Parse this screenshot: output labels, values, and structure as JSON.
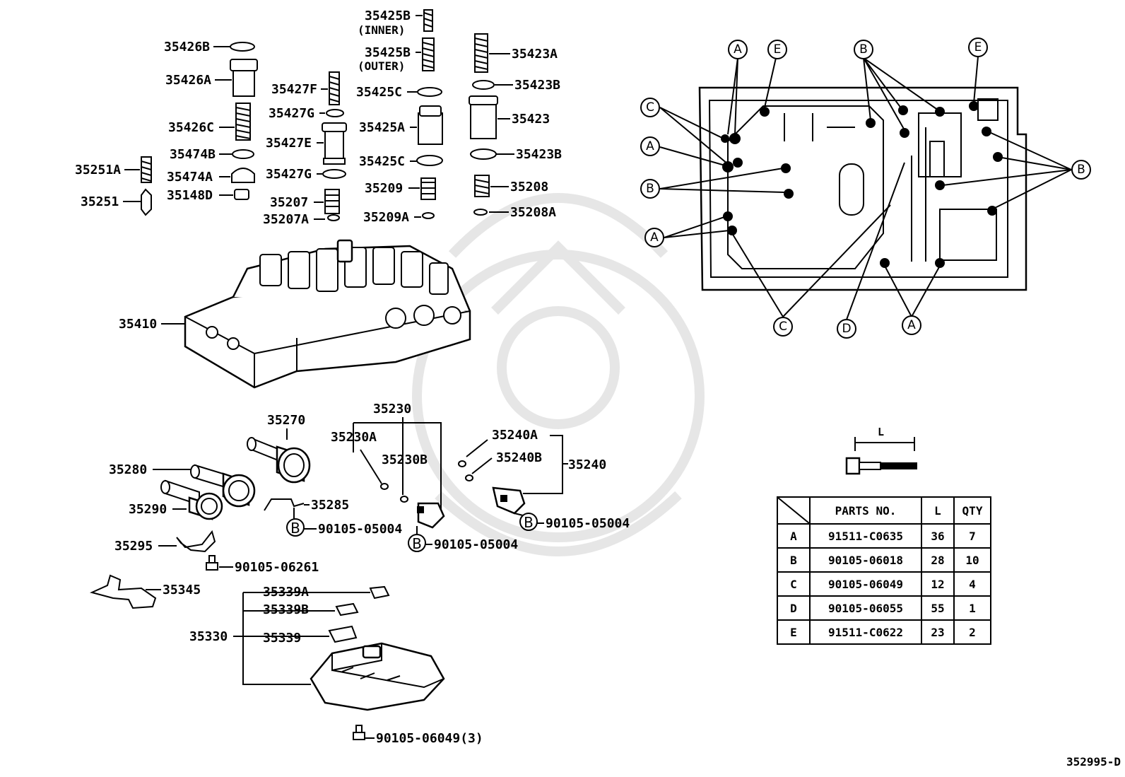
{
  "labels": {
    "p35425b_inner": "35425B",
    "inner": "(INNER)",
    "p35425b_outer": "35425B",
    "outer": "(OUTER)",
    "p35426b": "35426B",
    "p35426a": "35426A",
    "p35426c": "35426C",
    "p35474b": "35474B",
    "p35474a": "35474A",
    "p35148d": "35148D",
    "p35251a": "35251A",
    "p35251": "35251",
    "p35427f": "35427F",
    "p35427g_1": "35427G",
    "p35427e": "35427E",
    "p35427g_2": "35427G",
    "p35207": "35207",
    "p35207a": "35207A",
    "p35425c_1": "35425C",
    "p35425a": "35425A",
    "p35425c_2": "35425C",
    "p35209": "35209",
    "p35209a": "35209A",
    "p35423a": "35423A",
    "p35423b_1": "35423B",
    "p35423": "35423",
    "p35423b_2": "35423B",
    "p35208": "35208",
    "p35208a": "35208A",
    "p35410": "35410",
    "p35230": "35230",
    "p35230a": "35230A",
    "p35230b": "35230B",
    "p35240a": "35240A",
    "p35240b": "35240B",
    "p35240": "35240",
    "p35270": "35270",
    "p35280": "35280",
    "p35290": "35290",
    "p35285": "35285",
    "p35295": "35295",
    "p35345": "35345",
    "p35339a": "35339A",
    "p35339b": "35339B",
    "p35339": "35339",
    "p35330": "35330",
    "bolt_05004_1": "90105-05004",
    "bolt_05004_2": "90105-05004",
    "bolt_05004_3": "90105-05004",
    "bolt_06261": "90105-06261",
    "bolt_06049": "90105-06049(3)"
  },
  "callouts": {
    "b": "B",
    "a": "A",
    "c": "C",
    "d": "D",
    "e": "E"
  },
  "bolt_dim_label": "L",
  "table": {
    "headers": [
      "PARTS NO.",
      "L",
      "QTY"
    ],
    "rows": [
      {
        "key": "A",
        "part": "91511-C0635",
        "l": "36",
        "qty": "7"
      },
      {
        "key": "B",
        "part": "90105-06018",
        "l": "28",
        "qty": "10"
      },
      {
        "key": "C",
        "part": "90105-06049",
        "l": "12",
        "qty": "4"
      },
      {
        "key": "D",
        "part": "90105-06055",
        "l": "55",
        "qty": "1"
      },
      {
        "key": "E",
        "part": "91511-C0622",
        "l": "23",
        "qty": "2"
      }
    ]
  },
  "catalog_code": "352995-D"
}
